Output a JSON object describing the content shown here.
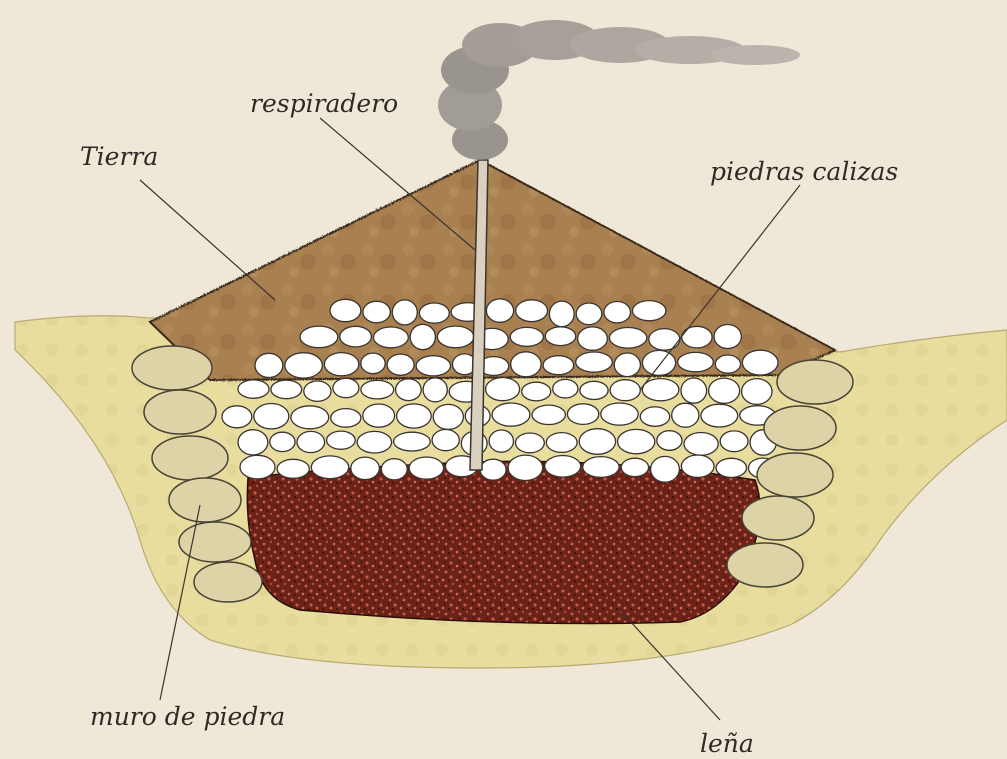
{
  "diagram": {
    "labels": {
      "respiradero": "respiradero",
      "tierra": "Tierra",
      "piedras_calizas": "piedras calizas",
      "muro_de_piedra": "muro de piedra",
      "lena": "leña"
    },
    "colors": {
      "paper": "#efe8d8",
      "soil_mound": "#a67c4c",
      "ground": "#e6d89a",
      "limestone": "#ffffff",
      "firewood": "#6e2418",
      "wall_stone": "#ddd3a6",
      "smoke": "#8b8680"
    }
  }
}
